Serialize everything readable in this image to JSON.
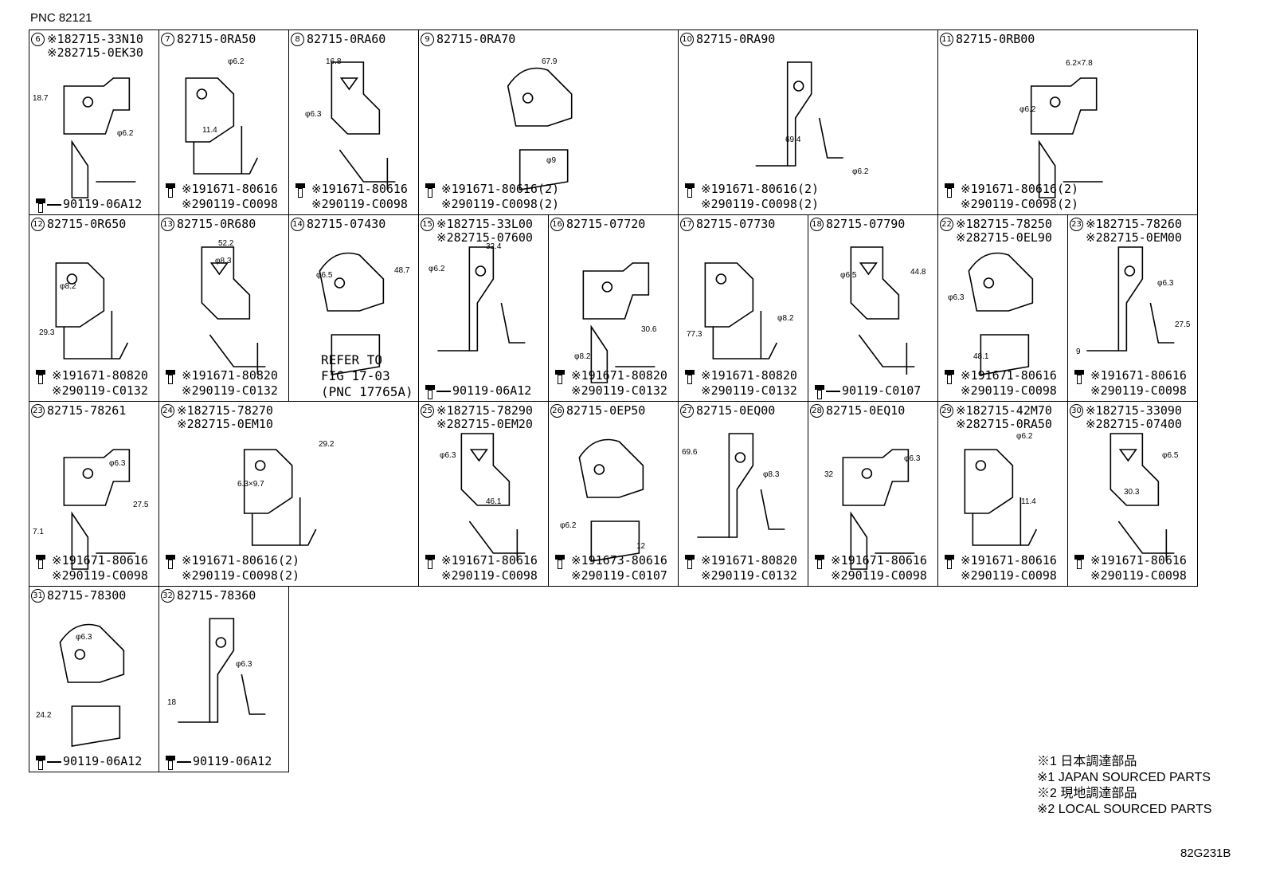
{
  "header": {
    "pnc": "PNC 82121"
  },
  "footer_code": "82G231B",
  "notes": [
    "※1 日本調達部品",
    "※1 JAPAN SOURCED PARTS",
    "※2 現地調達部品",
    "※2 LOCAL SOURCED PARTS"
  ],
  "cells": [
    {
      "num": "6",
      "lines": [
        "※182715-33N10",
        "※282715-0EK30"
      ],
      "dims": [
        "18.7",
        "φ6.2"
      ],
      "foot": [
        "90119-06A12"
      ],
      "dash": true
    },
    {
      "num": "7",
      "lines": [
        "82715-0RA50"
      ],
      "dims": [
        "φ6.2",
        "11.4"
      ],
      "foot": [
        "※191671-80616",
        "※290119-C0098"
      ]
    },
    {
      "num": "8",
      "lines": [
        "82715-0RA60"
      ],
      "dims": [
        "16.8",
        "φ6.3"
      ],
      "foot": [
        "※191671-80616",
        "※290119-C0098"
      ]
    },
    {
      "num": "9",
      "lines": [
        "82715-0RA70"
      ],
      "dims": [
        "67.9",
        "φ9"
      ],
      "foot": [
        "※191671-80616(2)",
        "※290119-C0098(2)"
      ]
    },
    {
      "num": "10",
      "lines": [
        "82715-0RA90"
      ],
      "dims": [
        "69.4",
        "φ6.2"
      ],
      "foot": [
        "※191671-80616(2)",
        "※290119-C0098(2)"
      ]
    },
    {
      "num": "11",
      "lines": [
        "82715-0RB00"
      ],
      "dims": [
        "6.2×7.8",
        "φ6.2"
      ],
      "foot": [
        "※191671-80616(2)",
        "※290119-C0098(2)"
      ]
    },
    {
      "num": "12",
      "lines": [
        "82715-0R650"
      ],
      "dims": [
        "φ8.2",
        "29.3"
      ],
      "foot": [
        "※191671-80820",
        "※290119-C0132"
      ]
    },
    {
      "num": "13",
      "lines": [
        "82715-0R680"
      ],
      "dims": [
        "52.2",
        "φ8.3"
      ],
      "foot": [
        "※191671-80820",
        "※290119-C0132"
      ]
    },
    {
      "num": "14",
      "lines": [
        "82715-07430"
      ],
      "dims": [
        "φ6.5",
        "48.7"
      ],
      "refer": [
        "REFER TO",
        "FIG 17-03",
        "(PNC 17765A)"
      ],
      "foot": []
    },
    {
      "num": "15",
      "lines": [
        "※182715-33L00",
        "※282715-07600"
      ],
      "dims": [
        "32.4",
        "φ6.2"
      ],
      "foot": [
        "90119-06A12"
      ],
      "dash": true
    },
    {
      "num": "16",
      "lines": [
        "82715-07720"
      ],
      "dims": [
        "30.6",
        "φ8.2"
      ],
      "foot": [
        "※191671-80820",
        "※290119-C0132"
      ]
    },
    {
      "num": "17",
      "lines": [
        "82715-07730"
      ],
      "dims": [
        "77.3",
        "φ8.2"
      ],
      "foot": [
        "※191671-80820",
        "※290119-C0132"
      ]
    },
    {
      "num": "18",
      "lines": [
        "82715-07790"
      ],
      "dims": [
        "φ6.5",
        "44.8"
      ],
      "foot": [
        "90119-C0107"
      ],
      "dash": true
    },
    {
      "num": "22",
      "lines": [
        "※182715-78250",
        "※282715-0EL90"
      ],
      "dims": [
        "φ6.3",
        "48.1"
      ],
      "foot": [
        "※191671-80616",
        "※290119-C0098"
      ]
    },
    {
      "num": "23",
      "lines": [
        "※182715-78260",
        "※282715-0EM00"
      ],
      "dims": [
        "φ6.3",
        "27.5",
        "9"
      ],
      "foot": [
        "※191671-80616",
        "※290119-C0098"
      ]
    },
    {
      "num": "23",
      "lines": [
        "82715-78261"
      ],
      "dims": [
        "φ6.3",
        "27.5",
        "7.1"
      ],
      "foot": [
        "※191671-80616",
        "※290119-C0098"
      ]
    },
    {
      "num": "24",
      "lines": [
        "※182715-78270",
        "※282715-0EM10"
      ],
      "dims": [
        "29.2",
        "6.3×9.7"
      ],
      "foot": [
        "※191671-80616(2)",
        "※290119-C0098(2)"
      ]
    },
    {
      "num": "25",
      "lines": [
        "※182715-78290",
        "※282715-0EM20"
      ],
      "dims": [
        "φ6.3",
        "46.1"
      ],
      "foot": [
        "※191671-80616",
        "※290119-C0098"
      ]
    },
    {
      "num": "26",
      "lines": [
        "82715-0EP50"
      ],
      "dims": [
        "φ6.2",
        "12"
      ],
      "foot": [
        "※191673-80616",
        "※290119-C0107"
      ]
    },
    {
      "num": "27",
      "lines": [
        "82715-0EQ00"
      ],
      "dims": [
        "69.6",
        "φ8.3"
      ],
      "foot": [
        "※191671-80820",
        "※290119-C0132"
      ]
    },
    {
      "num": "28",
      "lines": [
        "82715-0EQ10"
      ],
      "dims": [
        "32",
        "φ6.3"
      ],
      "foot": [
        "※191671-80616",
        "※290119-C0098"
      ]
    },
    {
      "num": "29",
      "lines": [
        "※182715-42M70",
        "※282715-0RA50"
      ],
      "dims": [
        "φ6.2",
        "11.4"
      ],
      "foot": [
        "※191671-80616",
        "※290119-C0098"
      ]
    },
    {
      "num": "30",
      "lines": [
        "※182715-33090",
        "※282715-07400"
      ],
      "dims": [
        "φ6.5",
        "30.3"
      ],
      "foot": [
        "※191671-80616",
        "※290119-C0098"
      ]
    },
    {
      "num": "31",
      "lines": [
        "82715-78300"
      ],
      "dims": [
        "φ6.3",
        "24.2"
      ],
      "foot": [
        "90119-06A12"
      ],
      "dash": true
    },
    {
      "num": "32",
      "lines": [
        "82715-78360"
      ],
      "dims": [
        "φ6.3",
        "18"
      ],
      "foot": [
        "90119-06A12"
      ],
      "dash": true
    }
  ]
}
